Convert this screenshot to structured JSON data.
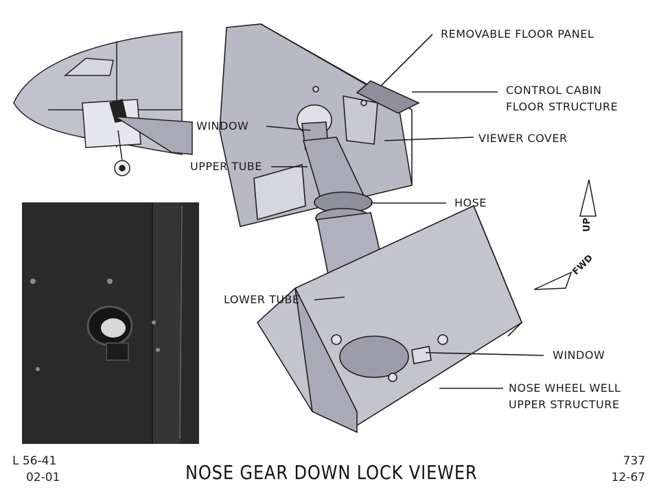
{
  "title": "NOSE GEAR DOWN LOCK VIEWER",
  "doc_code": {
    "line1": "L 56-41",
    "line2": "02-01"
  },
  "model_code": {
    "line1": "737",
    "line2": "12-67"
  },
  "callouts": {
    "removable_floor_panel": "REMOVABLE FLOOR PANEL",
    "control_cabin_1": "CONTROL CABIN",
    "control_cabin_2": "FLOOR STRUCTURE",
    "window_upper": "WINDOW",
    "viewer_cover": "VIEWER COVER",
    "upper_tube": "UPPER TUBE",
    "hose": "HOSE",
    "lower_tube": "LOWER TUBE",
    "window_lower": "WINDOW",
    "nose_wheel_1": "NOSE WHEEL WELL",
    "nose_wheel_2": "UPPER STRUCTURE"
  },
  "orientation": {
    "up": "UP",
    "fwd": "FWD"
  },
  "colors": {
    "line": "#1a1a1a",
    "metal": "#b9b9c6",
    "metal_dark": "#8e8e9c",
    "photo": "#2a2a2a"
  }
}
